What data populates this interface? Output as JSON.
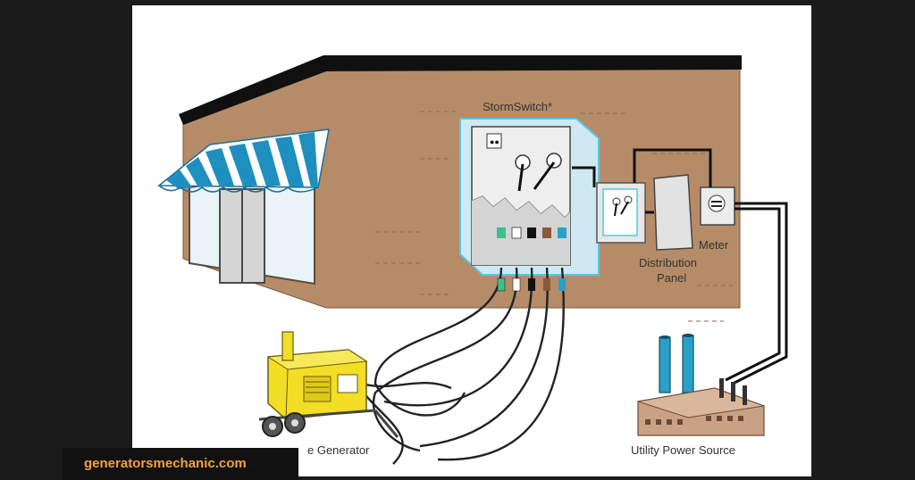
{
  "labels": {
    "switch": "StormSwitch*",
    "distribution_line1": "Distribution",
    "distribution_line2": "Panel",
    "meter": "Meter",
    "generator": "Portable Generator",
    "generator_visible": "e Generator",
    "utility": "Utility Power Source"
  },
  "watermark": "generatorsmechanic.com",
  "colors": {
    "wall": "#b58c67",
    "roof": "#101010",
    "awning_blue": "#1f8fbf",
    "highlight_box": "#57c7e6",
    "generator_yellow": "#f2de24",
    "tower_blue": "#2aa0c8",
    "watermark_text": "#f5a23a"
  }
}
